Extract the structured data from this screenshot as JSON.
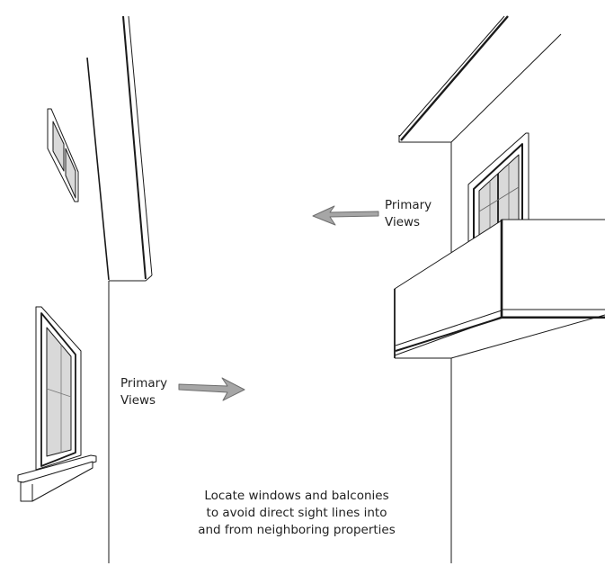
{
  "labels": {
    "right_arrow_label": [
      "Primary",
      "Views"
    ],
    "left_arrow_label": [
      "Primary",
      "Views"
    ]
  },
  "caption": [
    "Locate windows and balconies",
    "to avoid direct sight lines into",
    "and from neighboring properties"
  ],
  "colors": {
    "line": "#1a1a1a",
    "glass": "#d9d9d9",
    "arrow_fill": "#a6a6a6",
    "arrow_stroke": "#6e6e6e"
  }
}
